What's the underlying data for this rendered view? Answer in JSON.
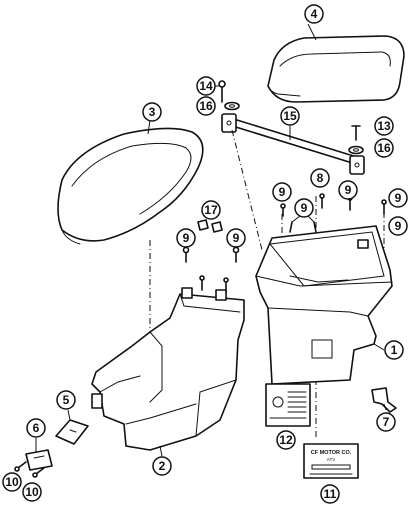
{
  "callouts": [
    {
      "id": "c1",
      "label": "1"
    },
    {
      "id": "c2",
      "label": "2"
    },
    {
      "id": "c3",
      "label": "3"
    },
    {
      "id": "c4",
      "label": "4"
    },
    {
      "id": "c5",
      "label": "5"
    },
    {
      "id": "c6",
      "label": "6"
    },
    {
      "id": "c7",
      "label": "7"
    },
    {
      "id": "c8",
      "label": "8"
    },
    {
      "id": "c9a",
      "label": "9"
    },
    {
      "id": "c9b",
      "label": "9"
    },
    {
      "id": "c9c",
      "label": "9"
    },
    {
      "id": "c9d",
      "label": "9"
    },
    {
      "id": "c9e",
      "label": "9"
    },
    {
      "id": "c9f",
      "label": "9"
    },
    {
      "id": "c9g",
      "label": "9"
    },
    {
      "id": "c10a",
      "label": "10"
    },
    {
      "id": "c10b",
      "label": "10"
    },
    {
      "id": "c11",
      "label": "11"
    },
    {
      "id": "c12",
      "label": "12"
    },
    {
      "id": "c13",
      "label": "13"
    },
    {
      "id": "c14",
      "label": "14"
    },
    {
      "id": "c15",
      "label": "15"
    },
    {
      "id": "c16a",
      "label": "16"
    },
    {
      "id": "c16b",
      "label": "16"
    },
    {
      "id": "c17",
      "label": "17"
    }
  ],
  "label_plate": {
    "line1": "CF MOTOR CO.",
    "line2": "ATV"
  }
}
